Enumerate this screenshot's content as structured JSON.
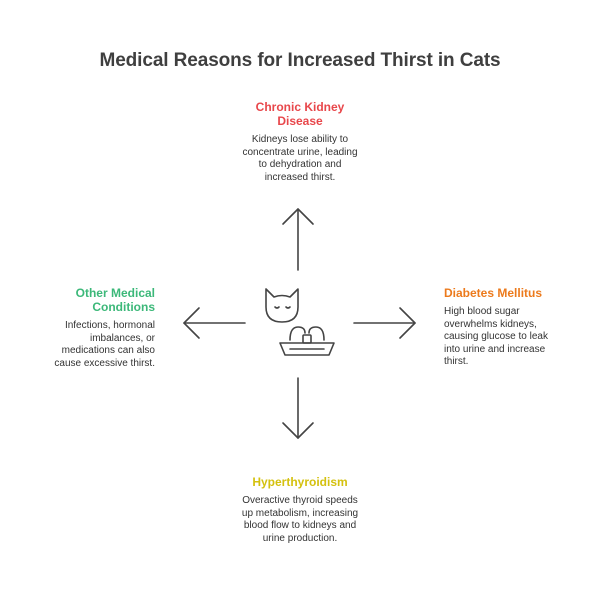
{
  "title": "Medical Reasons for Increased Thirst in Cats",
  "colors": {
    "title": "#3f3f3f",
    "chronic_kidney": "#e8474b",
    "diabetes": "#ec7a1c",
    "hyperthyroidism": "#d4c10f",
    "other": "#3cb879",
    "arrow": "#444444"
  },
  "center_icon": "cat-with-water-fountain-icon",
  "nodes": {
    "top": {
      "heading": "Chronic Kidney Disease",
      "description": "Kidneys lose ability to concentrate urine, leading to dehydration and increased thirst."
    },
    "right": {
      "heading": "Diabetes Mellitus",
      "description": "High blood sugar overwhelms kidneys, causing glucose to leak into urine and increase thirst."
    },
    "bottom": {
      "heading": "Hyperthyroidism",
      "description": "Overactive thyroid speeds up metabolism, increasing blood flow to kidneys and urine production."
    },
    "left": {
      "heading": "Other Medical Conditions",
      "description": "Infections, hormonal imbalances, or medications can also cause excessive thirst."
    }
  }
}
